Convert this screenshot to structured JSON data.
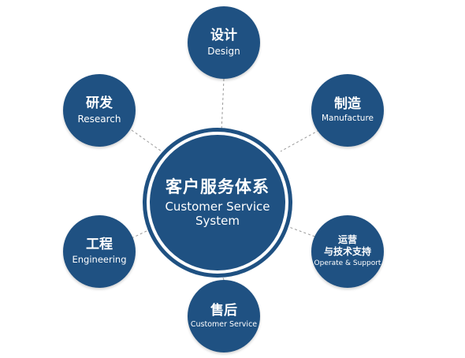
{
  "center": {
    "zh": "客户服务体系",
    "en_line1": "Customer Service",
    "en_line2": "System"
  },
  "nodes": {
    "design": {
      "zh": "设计",
      "en": "Design"
    },
    "research": {
      "zh": "研发",
      "en": "Research"
    },
    "manufacture": {
      "zh": "制造",
      "en": "Manufacture"
    },
    "engineering": {
      "zh": "工程",
      "en": "Engineering"
    },
    "operate": {
      "zh_line1": "运营",
      "zh_line2": "与技术支持",
      "en": "Operate & Support"
    },
    "service": {
      "zh": "售后",
      "en": "Customer Service"
    }
  },
  "colors": {
    "node_fill": "#1f5182",
    "connector": "#9a9a9a"
  }
}
